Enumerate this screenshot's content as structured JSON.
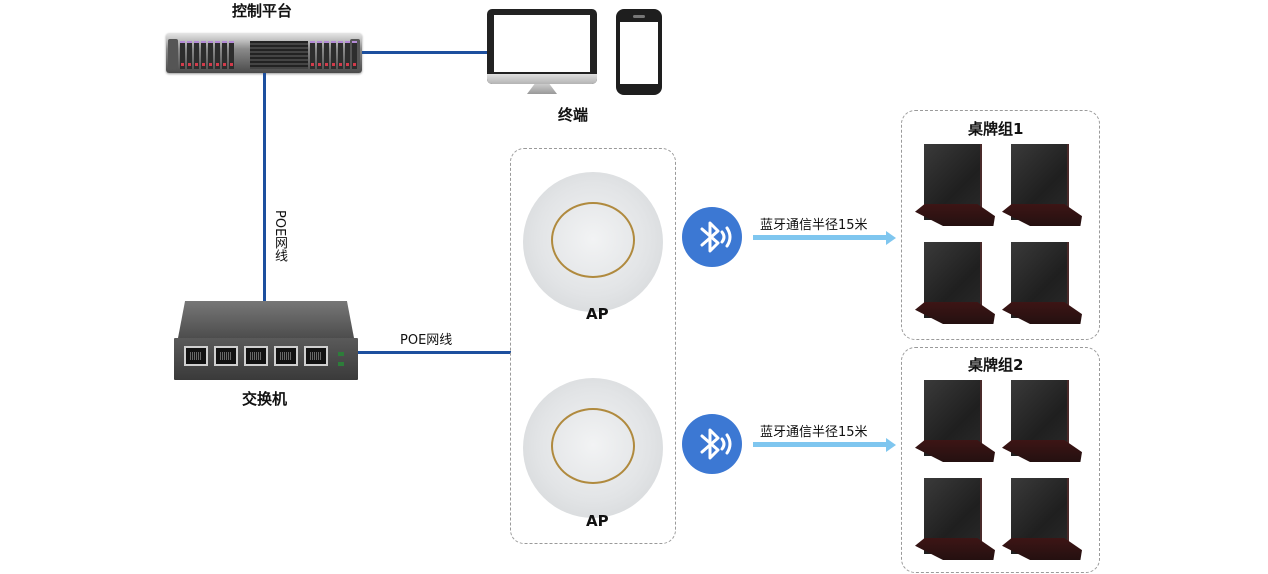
{
  "nodes": {
    "control_platform": {
      "label": "控制平台",
      "icon": "rack-server-icon"
    },
    "terminal": {
      "label": "终端",
      "icons": [
        "desktop-monitor-icon",
        "smartphone-icon"
      ]
    },
    "switch": {
      "label": "交换机",
      "icon": "poe-switch-icon"
    },
    "ap_top": {
      "label": "AP",
      "icon": "ceiling-access-point-icon"
    },
    "ap_bottom": {
      "label": "AP",
      "icon": "ceiling-access-point-icon"
    },
    "tent_group_1": {
      "label": "桌牌组1",
      "count": 4,
      "icon": "electronic-table-card-icon"
    },
    "tent_group_2": {
      "label": "桌牌组2",
      "count": 4,
      "icon": "electronic-table-card-icon"
    }
  },
  "links": {
    "platform_to_switch": {
      "label": "POE网线"
    },
    "switch_to_ap": {
      "label": "POE网线"
    },
    "platform_to_terminal": {
      "label": ""
    },
    "ap1_to_group1": {
      "label": "蓝牙通信半径15米",
      "icon": "bluetooth-signal-icon"
    },
    "ap2_to_group2": {
      "label": "蓝牙通信半径15米",
      "icon": "bluetooth-signal-icon"
    }
  },
  "colors": {
    "wire": "#1d4f9e",
    "bluetooth": "#3c78d3",
    "arrow": "#7fc6ef",
    "dashed_border": "#9a9a9a"
  }
}
